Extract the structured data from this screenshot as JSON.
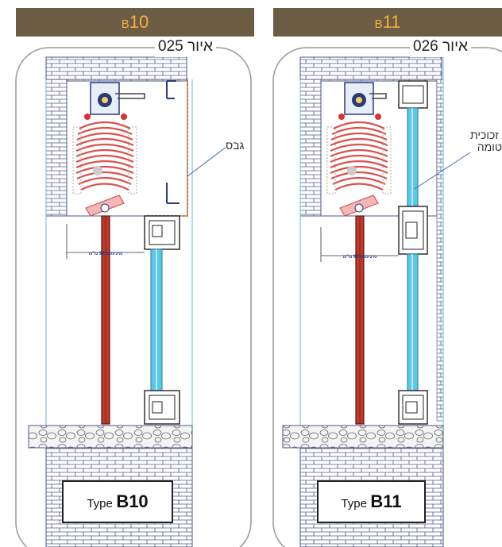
{
  "panels": [
    {
      "code_prefix": "B",
      "code_number": "10",
      "figure_label": "איור 025",
      "type_word": "Type",
      "type_code": "B10",
      "note": "גבס",
      "dimension_label": "מינימום 90 מ\"מ"
    },
    {
      "code_prefix": "B",
      "code_number": "11",
      "figure_label": "איור 026",
      "type_word": "Type",
      "type_code": "B11",
      "note_line1": "בוע זכוכית",
      "note_line2": "טומה",
      "dimension_label": "מינימום 90 מ\"מ"
    }
  ],
  "colors": {
    "header_bg": "#6b5c43",
    "header_text": "#f5b041",
    "glass": "#5bc8e8",
    "shutter_slat": "#d9534f",
    "brick_line": "#4a5a8a",
    "frame_line": "#5bc0d8"
  }
}
